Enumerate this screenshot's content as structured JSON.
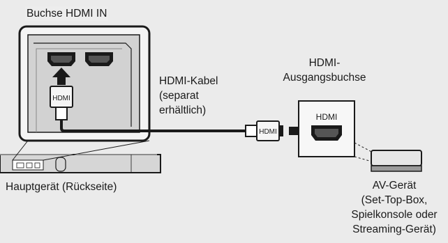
{
  "labels": {
    "hdmi_in_label": "Buchse HDMI IN",
    "cable_label_line1": "HDMI-Kabel",
    "cable_label_line2": "(separat",
    "cable_label_line3": "erhältlich)",
    "output_label_line1": "HDMI-",
    "output_label_line2": "Ausgangsbuchse",
    "main_unit_label": "Hauptgerät (Rückseite)",
    "av_line1": "AV-Gerät",
    "av_line2": "(Set-Top-Box,",
    "av_line3": "Spielkonsole oder",
    "av_line4": "Streaming-Gerät)",
    "plug_text_left": "HDMI",
    "plug_text_right": "HDMI",
    "port_text": "HDMI"
  },
  "icons": [
    "arrow-up-icon",
    "arrow-right-icon",
    "hdmi-plug-icon",
    "hdmi-port-icon"
  ],
  "colors": {
    "ink": "#1a1a1a",
    "panel_fill": "#d0d0d0",
    "background": "#ebebeb"
  }
}
